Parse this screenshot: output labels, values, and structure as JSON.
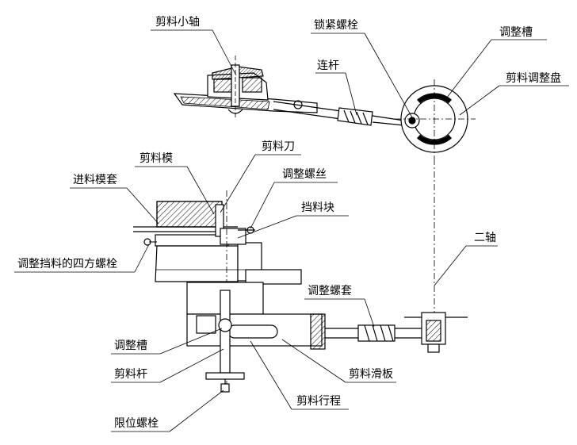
{
  "labels": {
    "jian_liao_xiao_zhou": "剪料小轴",
    "suo_jin_luo_shuan": "锁紧螺栓",
    "tiao_zheng_cao_top": "调整槽",
    "lian_gan": "连杆",
    "jian_liao_tiao_zheng_pan": "剪料调整盘",
    "jian_liao_dao": "剪料刀",
    "jian_liao_mo": "剪料模",
    "tiao_zheng_luo_si": "调整螺丝",
    "jin_liao_mo_tao": "进料模套",
    "dang_liao_kuai": "挡料块",
    "tiao_zheng_dang_liao_bolt": "调整挡料的四方螺栓",
    "er_zhou": "二轴",
    "tiao_zheng_luo_tao": "调整螺套",
    "tiao_zheng_cao_bottom": "调整槽",
    "jian_liao_gan": "剪料杆",
    "jian_liao_hua_ban": "剪料滑板",
    "jian_liao_xing_cheng": "剪料行程",
    "xian_wei_luo_shuan": "限位螺栓"
  }
}
